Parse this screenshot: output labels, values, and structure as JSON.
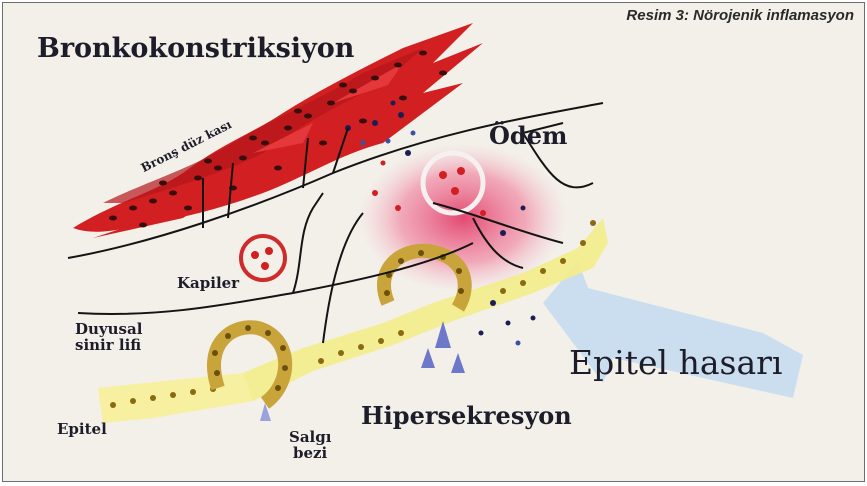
{
  "figure": {
    "caption": "Resim 3: Nörojenik inflamasyon",
    "labels": {
      "bronchoconstriction": "Bronkokonstriksiyon",
      "bronchial_smooth_muscle": "Bronş düz kası",
      "edema": "Ödem",
      "capillary": "Kapiler",
      "sensory_nerve_fiber_line1": "Duyusal",
      "sensory_nerve_fiber_line2": "sinir lifi",
      "epithelial_damage": "Epitel hasarı",
      "hypersecretion": "Hipersekresyon",
      "epithelium": "Epitel",
      "gland_line1": "Salgı",
      "gland_line2": "bezi"
    }
  },
  "colors": {
    "smooth_muscle": "#d21f22",
    "nucleus": "#3a0d0d",
    "epithelium": "#f2ec8e",
    "epithelium_cell": "#8a6a10",
    "inflammation": "#e23f6a",
    "arrow_blue": "#c7dcf0",
    "secretion": "#6d79c8",
    "nerve": "#141414"
  }
}
